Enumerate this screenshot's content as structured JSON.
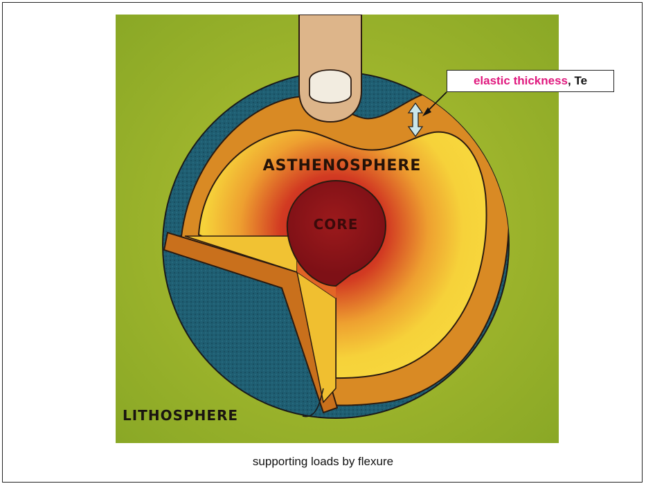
{
  "callout": {
    "highlight": "elastic thickness",
    "rest": ", Te"
  },
  "labels": {
    "asthenosphere": "ASTHENOSPHERE",
    "core": "CORE",
    "lithosphere": "LITHOSPHERE"
  },
  "caption": "supporting loads by flexure",
  "colors": {
    "background_green": "#9cb52a",
    "ocean_blue": "#1d5a6e",
    "lithosphere_orange": "#d98a24",
    "asthenosphere_yellow": "#f2cc2e",
    "core_red": "#8a1218",
    "accent_pink": "#e0187e"
  }
}
